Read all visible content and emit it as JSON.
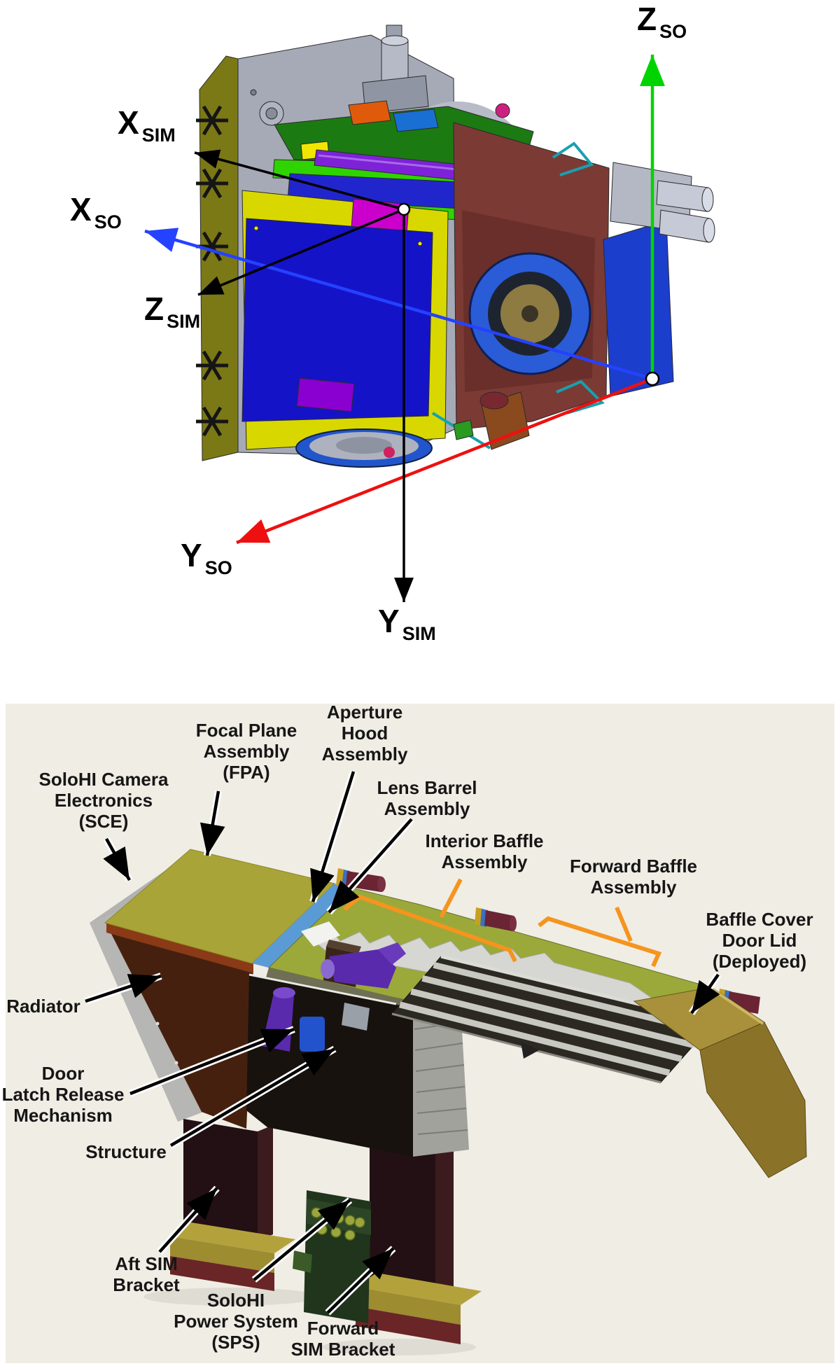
{
  "figure1": {
    "description": "SIM and Solar Orbiter coordinate-frame CAD view",
    "axes": {
      "z_so": {
        "main": "Z",
        "sub": "SO",
        "color": "#00d400"
      },
      "x_so": {
        "main": "X",
        "sub": "SO",
        "color": "#2442ff"
      },
      "y_so": {
        "main": "Y",
        "sub": "SO",
        "color": "#ee1010"
      },
      "x_sim": {
        "main": "X",
        "sub": "SIM",
        "color": "#000000"
      },
      "z_sim": {
        "main": "Z",
        "sub": "SIM",
        "color": "#000000"
      },
      "y_sim": {
        "main": "Y",
        "sub": "SIM",
        "color": "#000000"
      }
    }
  },
  "figure2": {
    "description": "SoloHI instrument labeled diagram",
    "background": "#f0ede5",
    "callout_color": "#f5941e",
    "labels": {
      "sce": {
        "lines": [
          "SoloHI Camera",
          "Electronics",
          "(SCE)"
        ]
      },
      "fpa": {
        "lines": [
          "Focal Plane",
          "Assembly",
          "(FPA)"
        ]
      },
      "aperture_hood": {
        "lines": [
          "Aperture",
          "Hood",
          "Assembly"
        ]
      },
      "lens_barrel": {
        "lines": [
          "Lens Barrel",
          "Assembly"
        ]
      },
      "interior_baffle": {
        "lines": [
          "Interior Baffle",
          "Assembly"
        ]
      },
      "forward_baffle": {
        "lines": [
          "Forward Baffle",
          "Assembly"
        ]
      },
      "baffle_cover": {
        "lines": [
          "Baffle Cover",
          "Door Lid",
          "(Deployed)"
        ]
      },
      "radiator": {
        "lines": [
          "Radiator"
        ]
      },
      "door_latch": {
        "lines": [
          "Door",
          "Latch Release",
          "Mechanism"
        ]
      },
      "structure": {
        "lines": [
          "Structure"
        ]
      },
      "aft_bracket": {
        "lines": [
          "Aft SIM",
          "Bracket"
        ]
      },
      "sps": {
        "lines": [
          "SoloHI",
          "Power System",
          "(SPS)"
        ]
      },
      "forward_bracket": {
        "lines": [
          "Forward",
          "SIM Bracket"
        ]
      }
    }
  }
}
